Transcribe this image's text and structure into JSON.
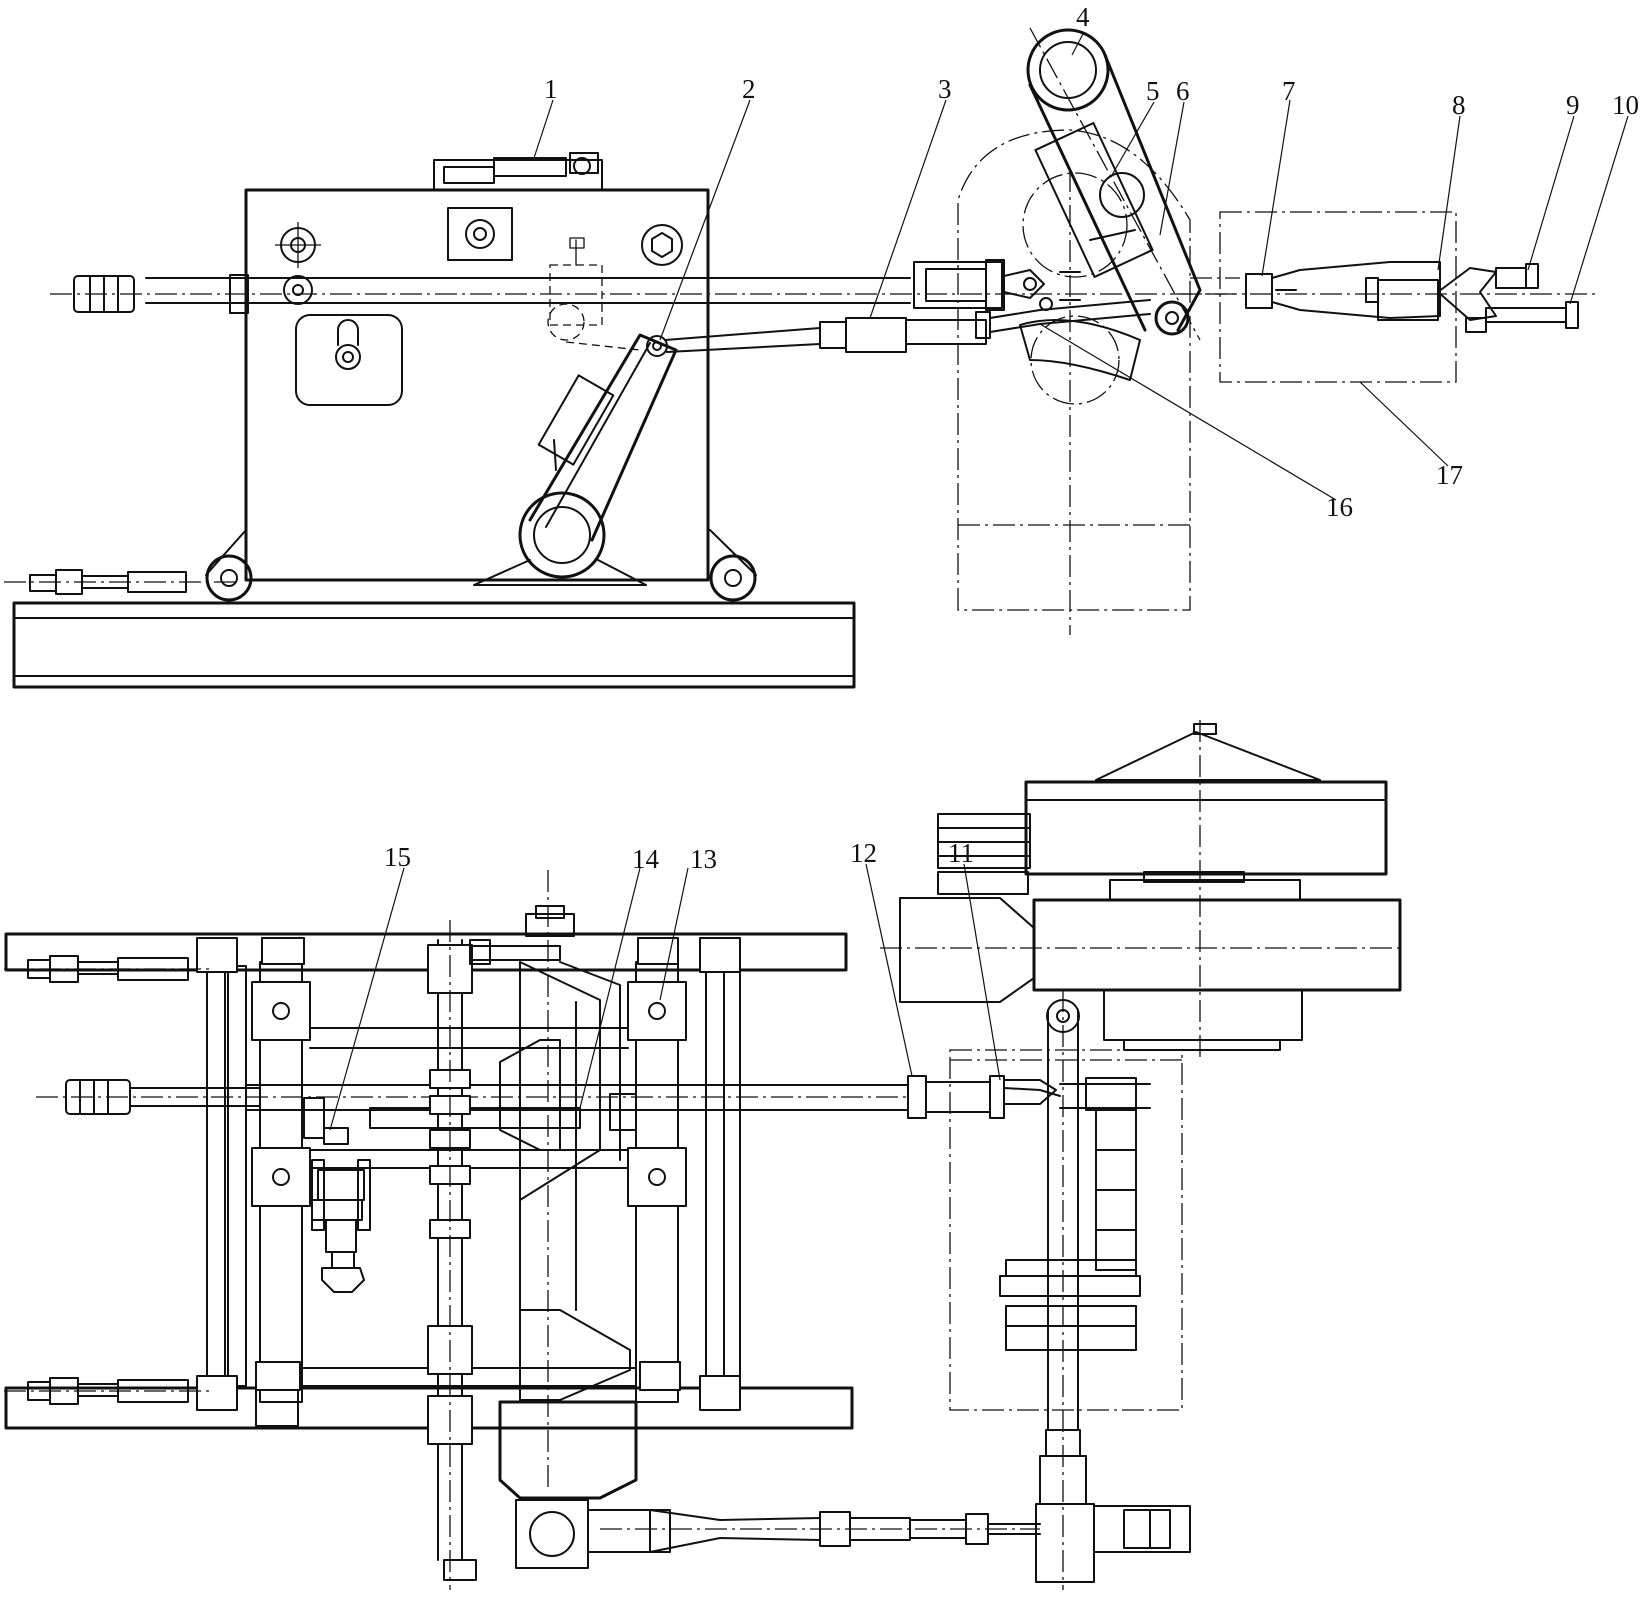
{
  "callouts": [
    "1",
    "2",
    "3",
    "4",
    "5",
    "6",
    "7",
    "8",
    "9",
    "10",
    "11",
    "12",
    "13",
    "14",
    "15",
    "16",
    "17"
  ],
  "colors": {
    "ink": "#111111",
    "paper": "#ffffff"
  }
}
